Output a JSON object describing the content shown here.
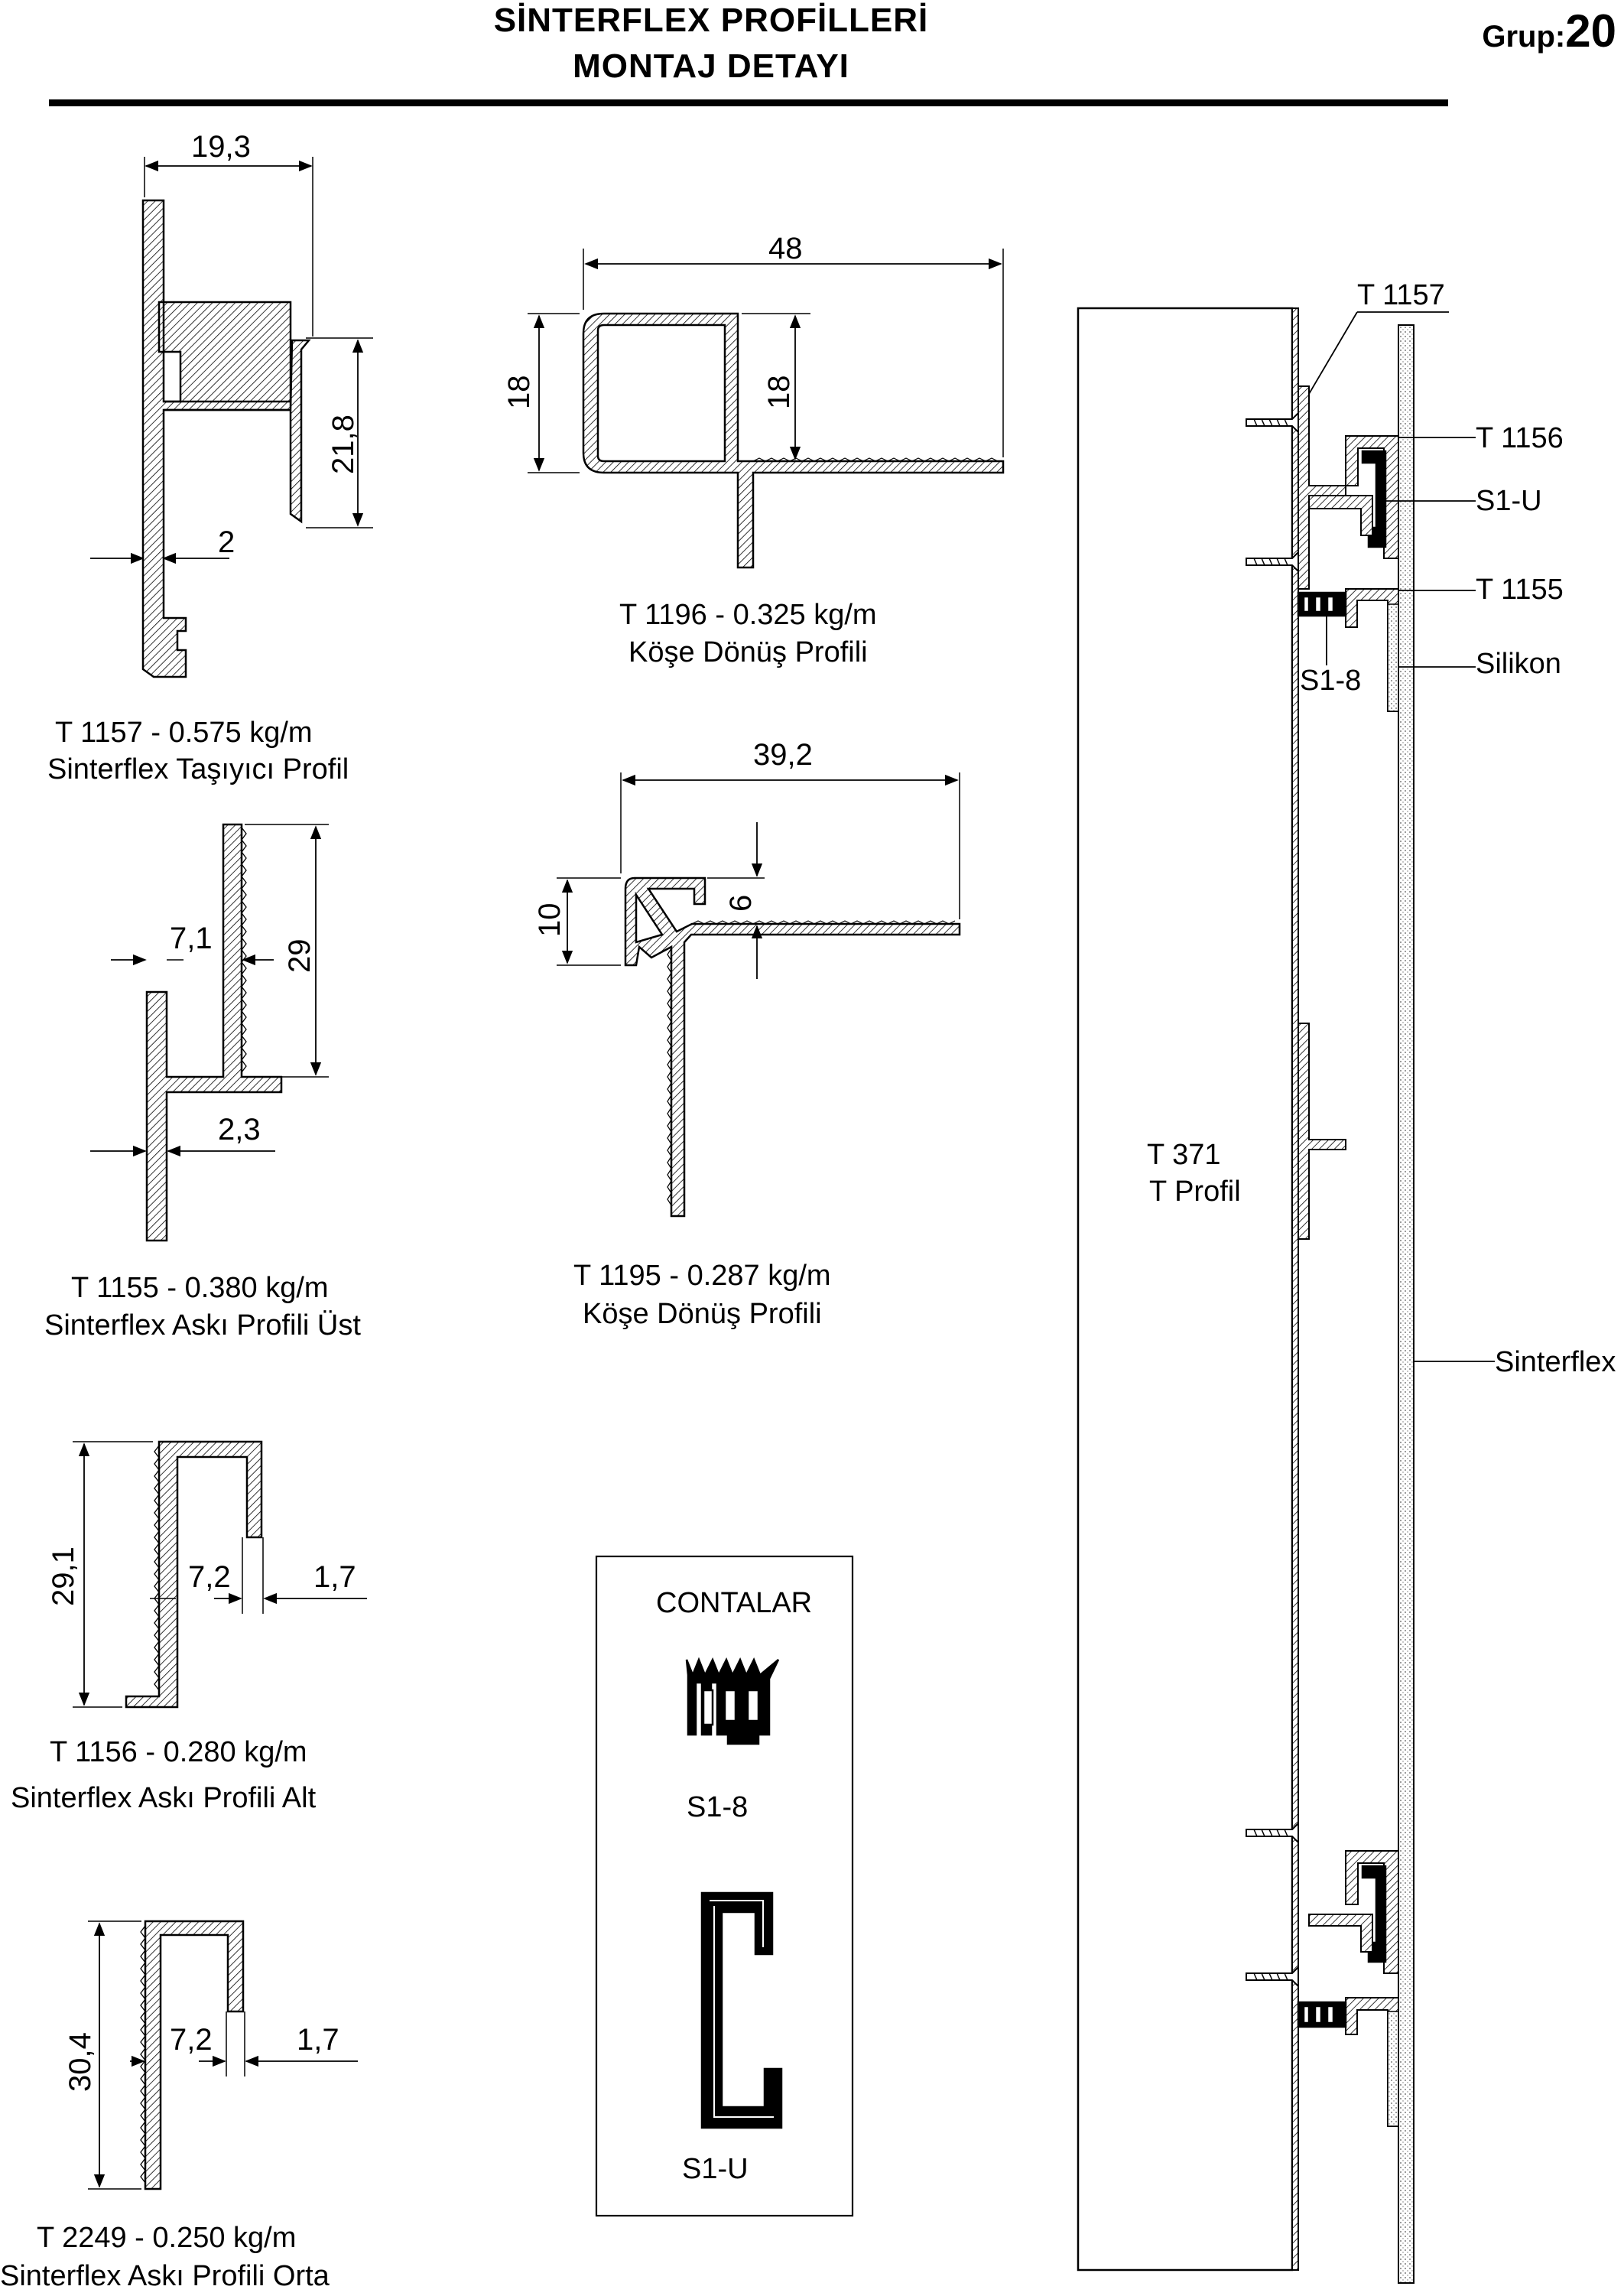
{
  "header": {
    "title_line1": "SİNTERFLEX PROFİLLERİ",
    "title_line2": "MONTAJ DETAYI",
    "group_label": "Grup:",
    "group_number": "20"
  },
  "profiles": [
    {
      "code_weight": "T 1157 - 0.575 kg/m",
      "name": "Sinterflex Taşıyıcı Profil",
      "dims": [
        "19,3",
        "21,8",
        "2"
      ]
    },
    {
      "code_weight": "T 1155 - 0.380 kg/m",
      "name": "Sinterflex Askı Profili Üst",
      "dims": [
        "7,1",
        "29",
        "2,3"
      ]
    },
    {
      "code_weight": "T 1156 - 0.280 kg/m",
      "name": "Sinterflex Askı Profili Alt",
      "dims": [
        "29,1",
        "7,2",
        "1,7"
      ]
    },
    {
      "code_weight": "T 2249 - 0.250 kg/m",
      "name": "Sinterflex Askı Profili Orta",
      "dims": [
        "30,4",
        "7,2",
        "1,7"
      ]
    },
    {
      "code_weight": "T 1196 - 0.325 kg/m",
      "name": "Köşe Dönüş Profili",
      "dims": [
        "48",
        "18",
        "18"
      ]
    },
    {
      "code_weight": "T 1195 - 0.287 kg/m",
      "name": "Köşe Dönüş Profili",
      "dims": [
        "39,2",
        "10",
        "6"
      ]
    }
  ],
  "gaskets": {
    "title": "CONTALAR",
    "items": [
      "S1-8",
      "S1-U"
    ]
  },
  "assembly": {
    "t_profile_code": "T 371",
    "t_profile_name": "T Profil",
    "labels": [
      "T 1157",
      "T 1156",
      "S1-U",
      "T 1155",
      "S1-8",
      "Silikon",
      "Sinterflex"
    ]
  }
}
